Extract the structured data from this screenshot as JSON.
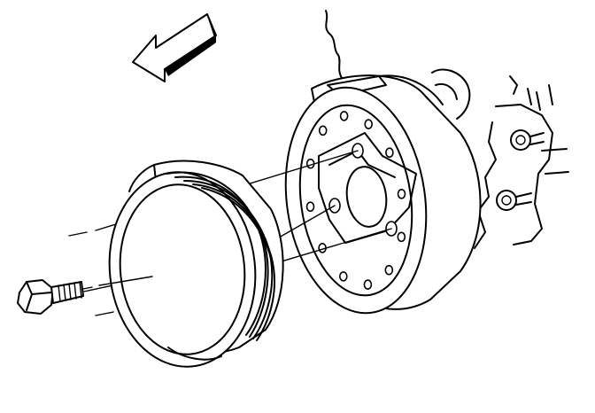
{
  "diagram": {
    "style": "black line-art exploded view",
    "ink_color": "#000000",
    "background_color": "#ffffff",
    "arrow_icon": "direction-arrow-icon",
    "components": [
      "bolt",
      "crankshaft-pulley",
      "balancer-hub",
      "engine-block"
    ],
    "alignment_lines": 3,
    "hub_bolt_holes": 12
  }
}
